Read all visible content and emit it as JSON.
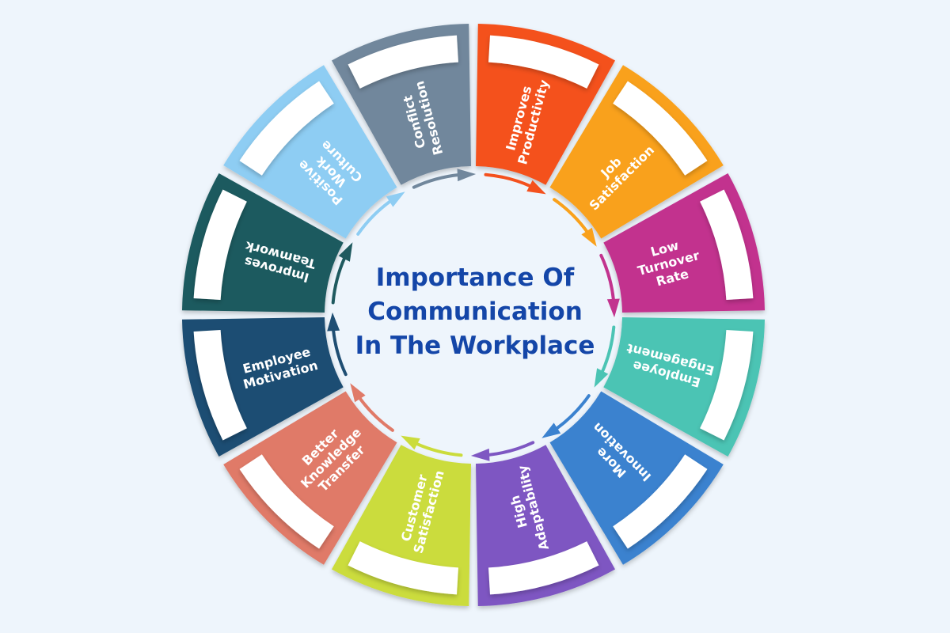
{
  "title": {
    "lines": [
      "Importance Of",
      "Communication",
      "In The Workplace"
    ],
    "color": "#1446a8"
  },
  "segments": [
    {
      "label": [
        "Improves",
        "Productivity"
      ],
      "color": "#f4511e",
      "icon": "segment-improves-productivity"
    },
    {
      "label": [
        "Job",
        "Satisfaction"
      ],
      "color": "#f9a11b",
      "icon": "segment-job-satisfaction"
    },
    {
      "label": [
        "Low",
        "Turnover",
        "Rate"
      ],
      "color": "#c2338e",
      "icon": "segment-low-turnover-rate"
    },
    {
      "label": [
        "Employee",
        "Engagement"
      ],
      "color": "#4bc4b4",
      "icon": "segment-employee-engagement"
    },
    {
      "label": [
        "More",
        "Innovation"
      ],
      "color": "#3b82cf",
      "icon": "segment-more-innovation"
    },
    {
      "label": [
        "High",
        "Adaptability"
      ],
      "color": "#7e57c2",
      "icon": "segment-high-adaptability"
    },
    {
      "label": [
        "Customer",
        "Satisfaction"
      ],
      "color": "#cbdc3c",
      "icon": "segment-customer-satisfaction"
    },
    {
      "label": [
        "Better",
        "Knowledge",
        "Transfer"
      ],
      "color": "#e07a68",
      "icon": "segment-better-knowledge-transfer"
    },
    {
      "label": [
        "Employee",
        "Motivation"
      ],
      "color": "#1f4e73",
      "icon": "segment-employee-motivation"
    },
    {
      "label": [
        "Improves",
        "Teamwork"
      ],
      "color": "#1f5a5f",
      "icon": "segment-improves-teamwork"
    },
    {
      "label": [
        "Positive",
        "Work",
        "Culture"
      ],
      "color": "#8ecdf3",
      "icon": "segment-positive-work-culture"
    },
    {
      "label": [
        "Conflict",
        "Resolution"
      ],
      "color": "#71879c",
      "icon": "segment-conflict-resolution"
    }
  ]
}
